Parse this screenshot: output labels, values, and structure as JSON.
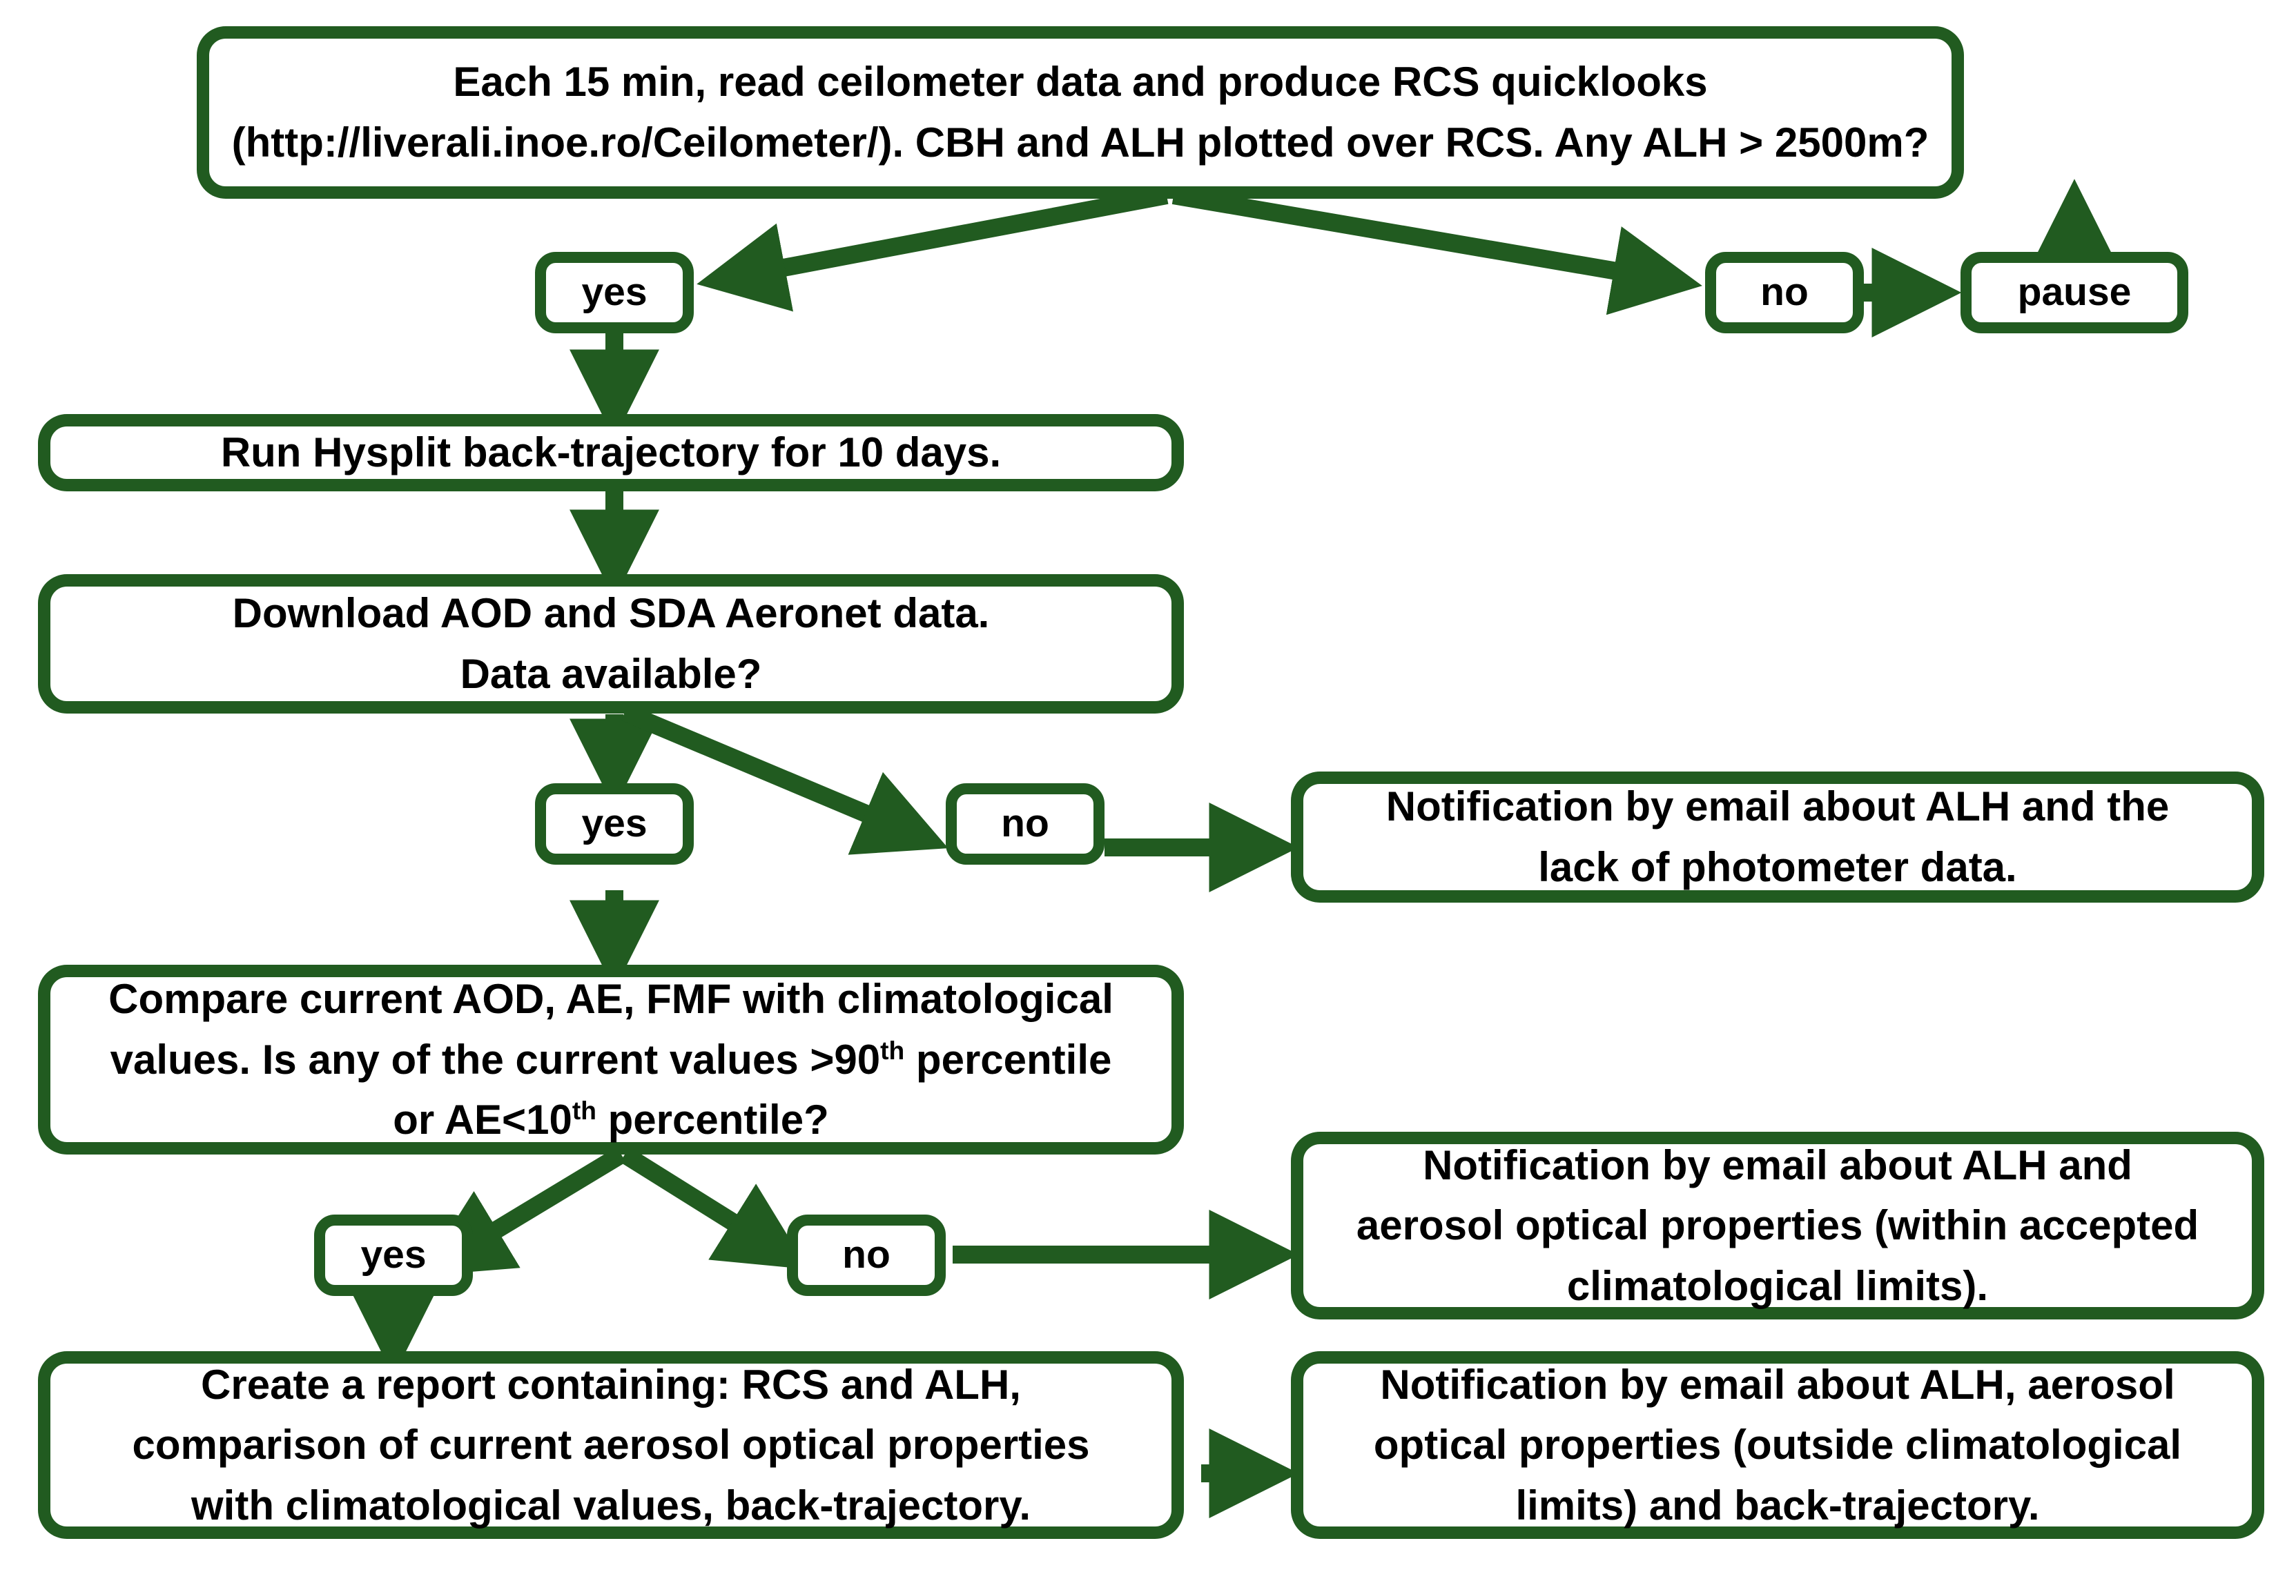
{
  "diagram": {
    "title": "Ceilometer / Aerosol monitoring decision workflow",
    "accent_color": "#215B20",
    "background_color": "#FFFFFF",
    "text_color": "#000000",
    "nodes": [
      {
        "id": "read-ceilometer",
        "label": "Each 15 min, read ceilometer data and produce RCS quicklooks\n(http://liverali.inoe.ro/Ceilometer/). CBH and ALH plotted over RCS. Any ALH > 2500m?",
        "line1": "Each 15 min, read ceilometer data and produce RCS quicklooks",
        "line2": "(http://liverali.inoe.ro/Ceilometer/). CBH and ALH plotted over RCS. Any ALH > 2500m?",
        "url": "http://liverali.inoe.ro/Ceilometer/",
        "kind": "decision"
      },
      {
        "id": "yes-1",
        "label": "yes",
        "kind": "branch-label"
      },
      {
        "id": "no-1",
        "label": "no",
        "kind": "branch-label"
      },
      {
        "id": "pause",
        "label": "pause",
        "kind": "terminal"
      },
      {
        "id": "run-hysplit",
        "label": "Run Hysplit back-trajectory for 10 days.",
        "kind": "process"
      },
      {
        "id": "download-aeronet",
        "label": "Download AOD and SDA Aeronet data.\nData available?",
        "line1": "Download AOD and SDA Aeronet data.",
        "line2": "Data available?",
        "kind": "decision"
      },
      {
        "id": "yes-2",
        "label": "yes",
        "kind": "branch-label"
      },
      {
        "id": "no-2",
        "label": "no",
        "kind": "branch-label"
      },
      {
        "id": "notify-no-photometer",
        "label": "Notification by email about ALH and the lack of photometer data.",
        "line1": "Notification by email about ALH and the",
        "line2": "lack of photometer data.",
        "kind": "output"
      },
      {
        "id": "compare-climatology",
        "label": "Compare current AOD, AE, FMF with climatological values. Is any of the current values >90th percentile or AE<10th percentile?",
        "line1": "Compare current AOD, AE, FMF with climatological",
        "line2_a": "values. Is any of the current values >90",
        "line2_sup": "th",
        "line2_b": " percentile",
        "line3_a": "or AE<10",
        "line3_sup": "th",
        "line3_b": " percentile?",
        "kind": "decision"
      },
      {
        "id": "yes-3",
        "label": "yes",
        "kind": "branch-label"
      },
      {
        "id": "no-3",
        "label": "no",
        "kind": "branch-label"
      },
      {
        "id": "notify-within-limits",
        "label": "Notification by email about ALH and aerosol optical properties (within accepted climatological limits).",
        "line1": "Notification by email about ALH and",
        "line2": "aerosol optical properties (within accepted",
        "line3": "climatological limits).",
        "kind": "output"
      },
      {
        "id": "create-report",
        "label": "Create a report containing: RCS and ALH, comparison of current aerosol optical properties with climatological values, back-trajectory.",
        "line1": "Create a report containing: RCS and ALH,",
        "line2": "comparison of current aerosol optical properties",
        "line3": "with climatological values, back-trajectory.",
        "kind": "process"
      },
      {
        "id": "notify-outside-limits",
        "label": "Notification by email about ALH, aerosol optical properties (outside climatological limits) and back-trajectory.",
        "line1": "Notification by email about ALH, aerosol",
        "line2": "optical properties (outside climatological",
        "line3": "limits) and back-trajectory.",
        "kind": "output"
      }
    ],
    "edges": [
      {
        "from": "read-ceilometer",
        "to": "yes-1",
        "kind": "diagonal-left"
      },
      {
        "from": "read-ceilometer",
        "to": "no-1",
        "kind": "diagonal-right"
      },
      {
        "from": "no-1",
        "to": "pause",
        "kind": "horizontal"
      },
      {
        "from": "pause",
        "to": "read-ceilometer",
        "kind": "vertical-up"
      },
      {
        "from": "yes-1",
        "to": "run-hysplit",
        "kind": "vertical"
      },
      {
        "from": "run-hysplit",
        "to": "download-aeronet",
        "kind": "vertical"
      },
      {
        "from": "download-aeronet",
        "to": "yes-2",
        "kind": "vertical"
      },
      {
        "from": "download-aeronet",
        "to": "no-2",
        "kind": "diagonal-right"
      },
      {
        "from": "no-2",
        "to": "notify-no-photometer",
        "kind": "horizontal"
      },
      {
        "from": "yes-2",
        "to": "compare-climatology",
        "kind": "vertical"
      },
      {
        "from": "compare-climatology",
        "to": "yes-3",
        "kind": "diagonal-left"
      },
      {
        "from": "compare-climatology",
        "to": "no-3",
        "kind": "diagonal-right"
      },
      {
        "from": "no-3",
        "to": "notify-within-limits",
        "kind": "horizontal"
      },
      {
        "from": "yes-3",
        "to": "create-report",
        "kind": "vertical"
      },
      {
        "from": "create-report",
        "to": "notify-outside-limits",
        "kind": "horizontal"
      }
    ]
  }
}
